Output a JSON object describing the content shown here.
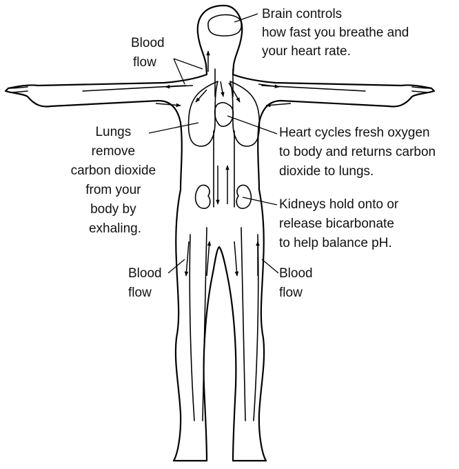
{
  "labels": {
    "brain": [
      "Brain controls",
      "how fast you breathe and",
      "your heart rate."
    ],
    "blood_flow_top": [
      "Blood",
      "flow"
    ],
    "lungs": [
      "Lungs",
      "remove",
      "carbon dioxide",
      "from your",
      "body by",
      "exhaling."
    ],
    "heart": [
      "Heart cycles fresh oxygen",
      "to body and returns carbon",
      "dioxide to lungs."
    ],
    "kidneys": [
      "Kidneys hold onto or",
      "release bicarbonate",
      "to help balance pH."
    ],
    "blood_flow_left": [
      "Blood",
      "flow"
    ],
    "blood_flow_right": [
      "Blood",
      "flow"
    ]
  },
  "colors": {
    "stroke": "#000000",
    "text": "#111111",
    "background": "#ffffff"
  }
}
